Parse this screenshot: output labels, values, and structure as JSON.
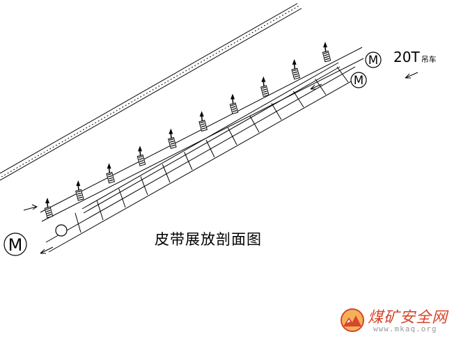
{
  "diagram": {
    "title": "皮带展放剖面图",
    "load_label": "20T",
    "load_sub": "吊车",
    "motor_symbol": "M",
    "motor_count": 3,
    "clamp_count": 10,
    "rung_count": 13
  },
  "watermark": {
    "name_cn": "煤矿安全网",
    "url": "www.mkaq.org",
    "color": "#d6452c"
  }
}
